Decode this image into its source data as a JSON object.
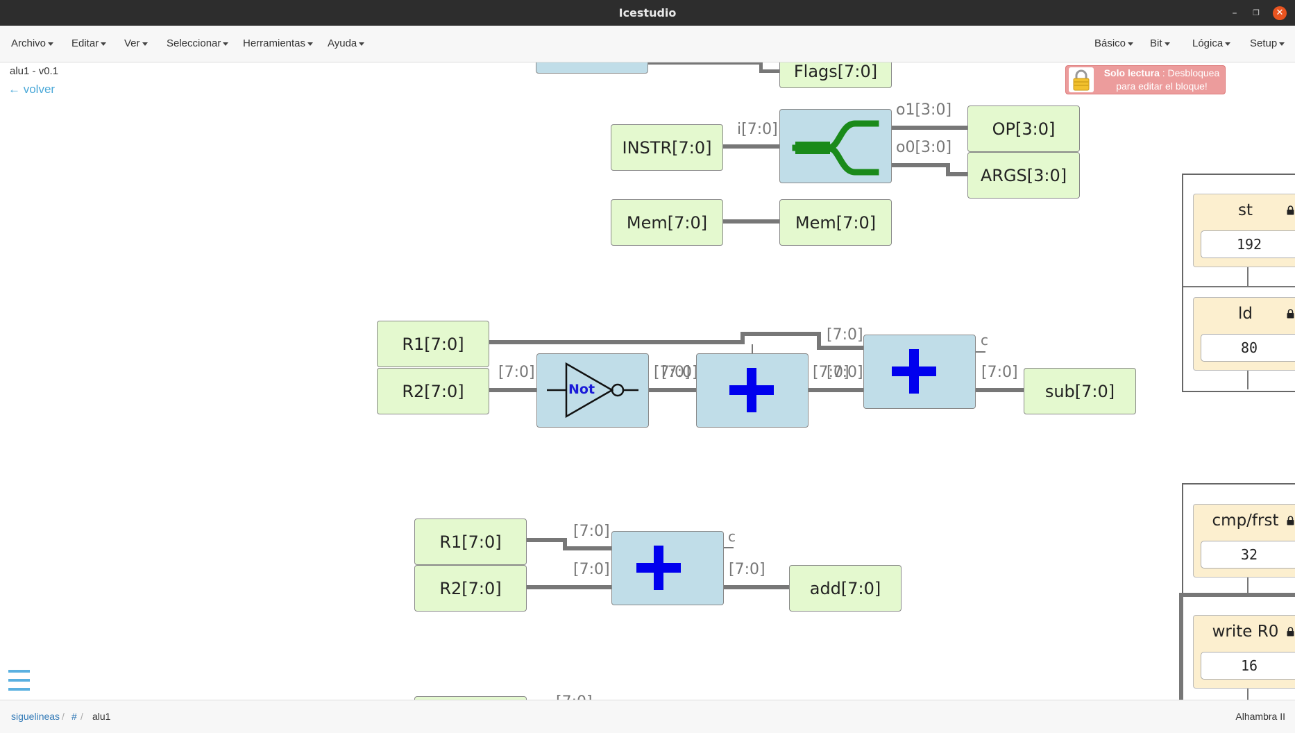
{
  "window": {
    "title": "Icestudio"
  },
  "menu": {
    "left": [
      "Archivo",
      "Editar",
      "Ver",
      "Seleccionar",
      "Herramientas",
      "Ayuda"
    ],
    "right": [
      "Básico",
      "Bit",
      "Lógica",
      "Setup"
    ]
  },
  "project": {
    "name_version": "alu1 - v0.1",
    "back_label": "← volver"
  },
  "readonly_notice": {
    "bold": "Solo lectura",
    "rest": " : Desbloquea para editar el bloque!"
  },
  "blocks": {
    "flags": "Flags[7:0]",
    "instr": "INSTR[7:0]",
    "op": "OP[3:0]",
    "args": "ARGS[3:0]",
    "mem_in": "Mem[7:0]",
    "mem_out": "Mem[7:0]",
    "sub_r1": "R1[7:0]",
    "sub_r2": "R2[7:0]",
    "not_label": "Not",
    "sub_out": "sub[7:0]",
    "add_r1": "R1[7:0]",
    "add_r2": "R2[7:0]",
    "add_out": "add[7:0]"
  },
  "wire_labels": {
    "i": "i[7:0]",
    "o1": "o1[3:0]",
    "o0": "o0[3:0]",
    "bus": "[7:0]",
    "carry": "c"
  },
  "constants": [
    {
      "name": "st",
      "value": "192"
    },
    {
      "name": "ld",
      "value": "80"
    },
    {
      "name": "cmp/frst",
      "value": "32"
    },
    {
      "name": "write R0",
      "value": "16"
    }
  ],
  "breadcrumb": {
    "items": [
      "siguelineas",
      "#"
    ],
    "current": "alu1"
  },
  "board": "Alhambra II"
}
